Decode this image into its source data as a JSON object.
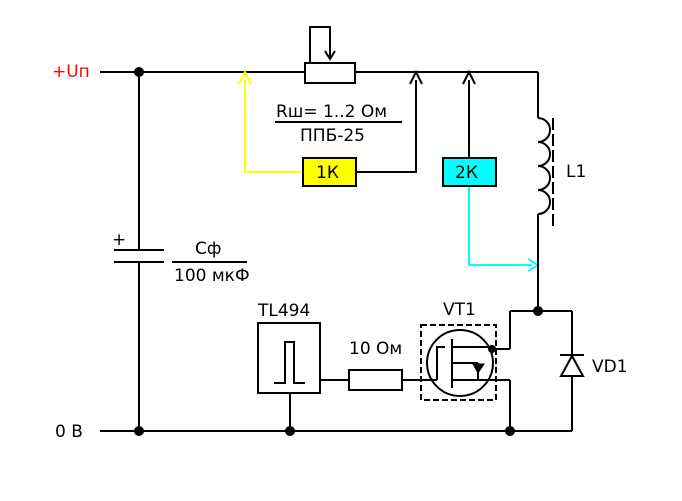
{
  "labels": {
    "supply_positive": "+Uп",
    "ground": "0 В",
    "shunt_resistance": "Rш= 1..2 Ом",
    "shunt_type": "ППБ-25",
    "capacitor_name": "Сф",
    "capacitor_value": "100 мкФ",
    "capacitor_polarity": "+",
    "controller": "TL494",
    "gate_resistor": "10 Ом",
    "transistor": "VT1",
    "inductor": "L1",
    "diode": "VD1",
    "probe_1": "1К",
    "probe_2": "2К"
  },
  "colors": {
    "supply_label": "#ff0000",
    "wire": "#000000",
    "probe_1_fill": "#ffff00",
    "probe_1_wire": "#ffff00",
    "probe_2_fill": "#00ffff",
    "probe_2_wire": "#00ffff"
  }
}
